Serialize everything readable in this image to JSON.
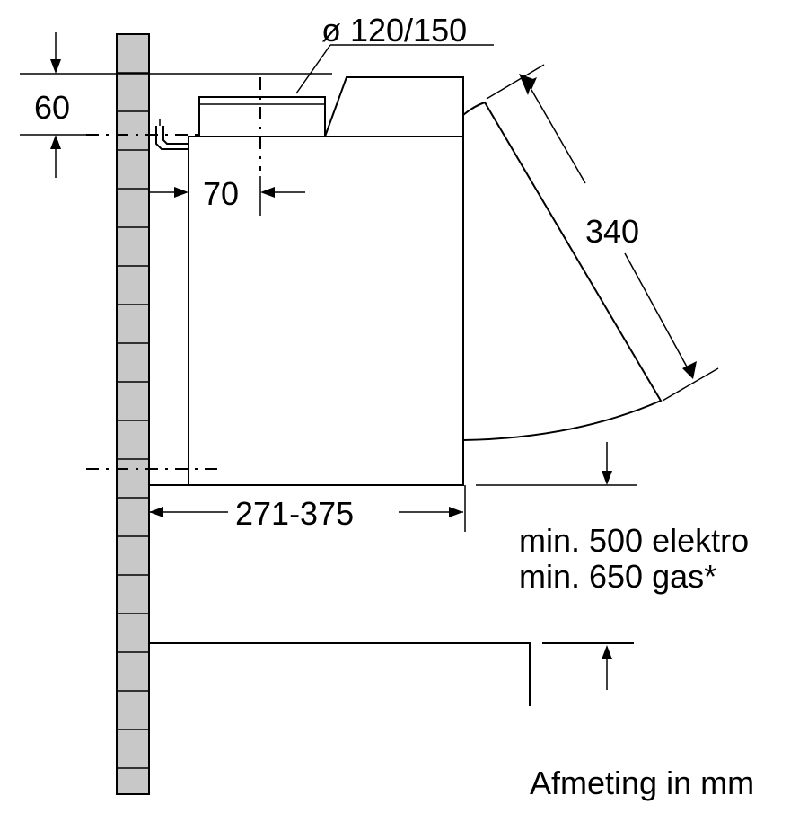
{
  "dimensions": {
    "duct_diameter": "ø 120/150",
    "top_offset": "60",
    "duct_wall_offset": "70",
    "visor_length": "340",
    "depth_range": "271-375"
  },
  "clearance": {
    "line1": "min. 500 elektro",
    "line2": "min. 650 gas*"
  },
  "units_note": "Afmeting in mm",
  "colors": {
    "wall_fill": "#c8c8c8",
    "line": "#000000",
    "background": "#ffffff"
  }
}
